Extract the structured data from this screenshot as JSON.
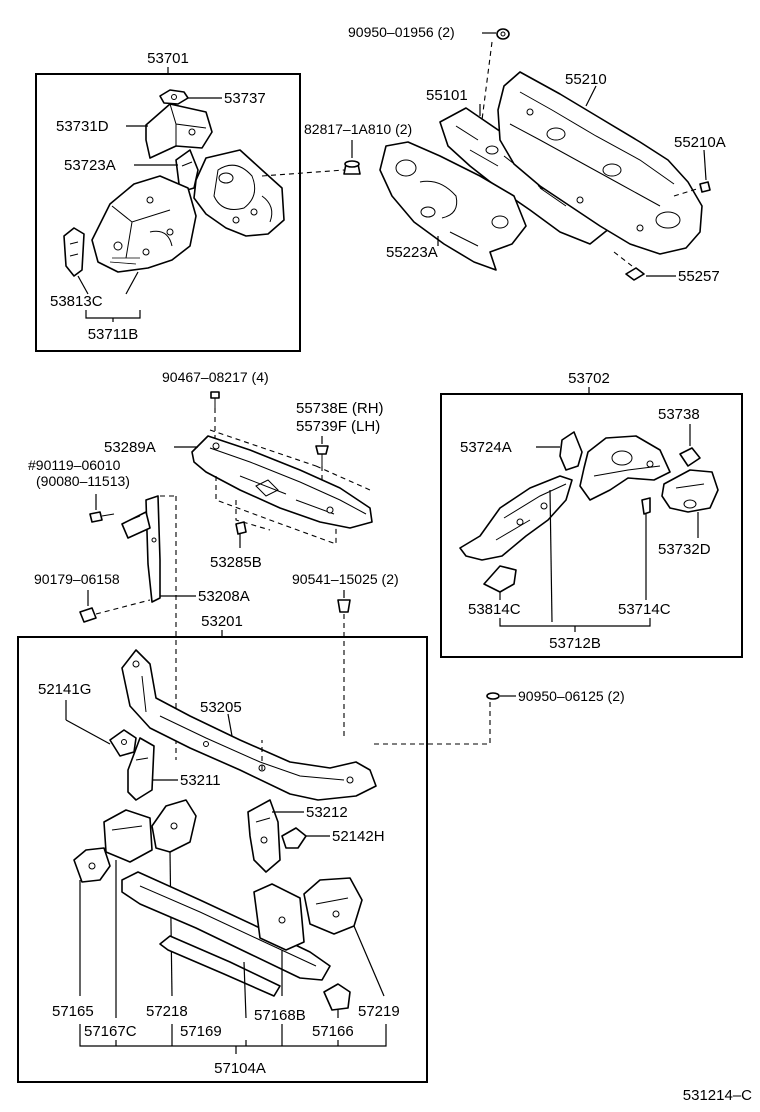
{
  "page": {
    "code": "531214–C"
  },
  "groups": {
    "top_left": {
      "assembly": "53701",
      "subassembly": "53711B"
    },
    "right": {
      "assembly": "53702",
      "subassembly": "53712B"
    },
    "bottom": {
      "assembly": "53201",
      "subassembly": "57104A"
    }
  },
  "labels": {
    "p53737": "53737",
    "p53731D": "53731D",
    "p53723A": "53723A",
    "p53813C": "53813C",
    "p82817": "82817–1A810 (2)",
    "p90950a": "90950–01956 (2)",
    "p55101": "55101",
    "p55210": "55210",
    "p55210A": "55210A",
    "p55223A": "55223A",
    "p55257": "55257",
    "p90467": "90467–08217 (4)",
    "p55738E": "55738E (RH)",
    "p55739F": "55739F (LH)",
    "p53289A": "53289A",
    "p90119": "#90119–06010",
    "p90080": "(90080–11513)",
    "p53285B": "53285B",
    "p90179": "90179–06158",
    "p53208A": "53208A",
    "p90541": "90541–15025 (2)",
    "p53724A": "53724A",
    "p53738": "53738",
    "p53732D": "53732D",
    "p53814C": "53814C",
    "p53714C": "53714C",
    "p52141G": "52141G",
    "p53205": "53205",
    "p90950b": "90950–06125 (2)",
    "p53211": "53211",
    "p53212": "53212",
    "p52142H": "52142H",
    "p57165": "57165",
    "p57218": "57218",
    "p57219": "57219",
    "p57167C": "57167C",
    "p57169": "57169",
    "p57168B": "57168B",
    "p57166": "57166"
  }
}
